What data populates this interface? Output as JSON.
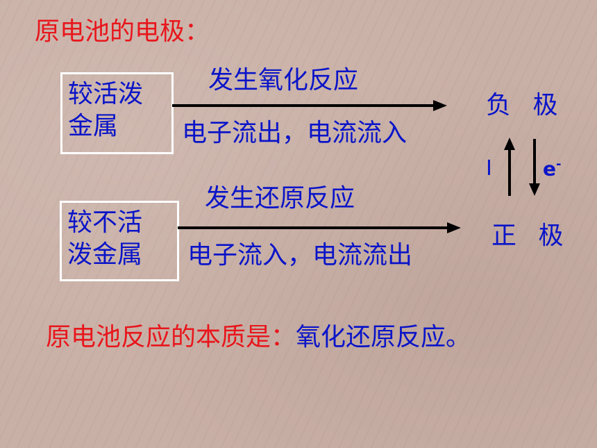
{
  "title": "原电池的电极：",
  "left_boxes": [
    {
      "line1": "较活泼",
      "line2": "金属"
    },
    {
      "line1": "较不活",
      "line2": "泼金属"
    }
  ],
  "arrows": [
    {
      "above": "发生氧化反应",
      "below": "电子流出，电流流入"
    },
    {
      "above": "发生还原反应",
      "below": "电子流入，电流流出"
    }
  ],
  "poles": {
    "negative": "负 极",
    "positive": "正 极"
  },
  "current_label": "I",
  "electron_label": "e",
  "electron_superscript": "-",
  "summary": {
    "label": "原电池反应的本质是：",
    "answer": "氧化还原反应。"
  },
  "colors": {
    "red": "#e8161c",
    "blue": "#0a14c8",
    "background": "#c9b0a6"
  }
}
